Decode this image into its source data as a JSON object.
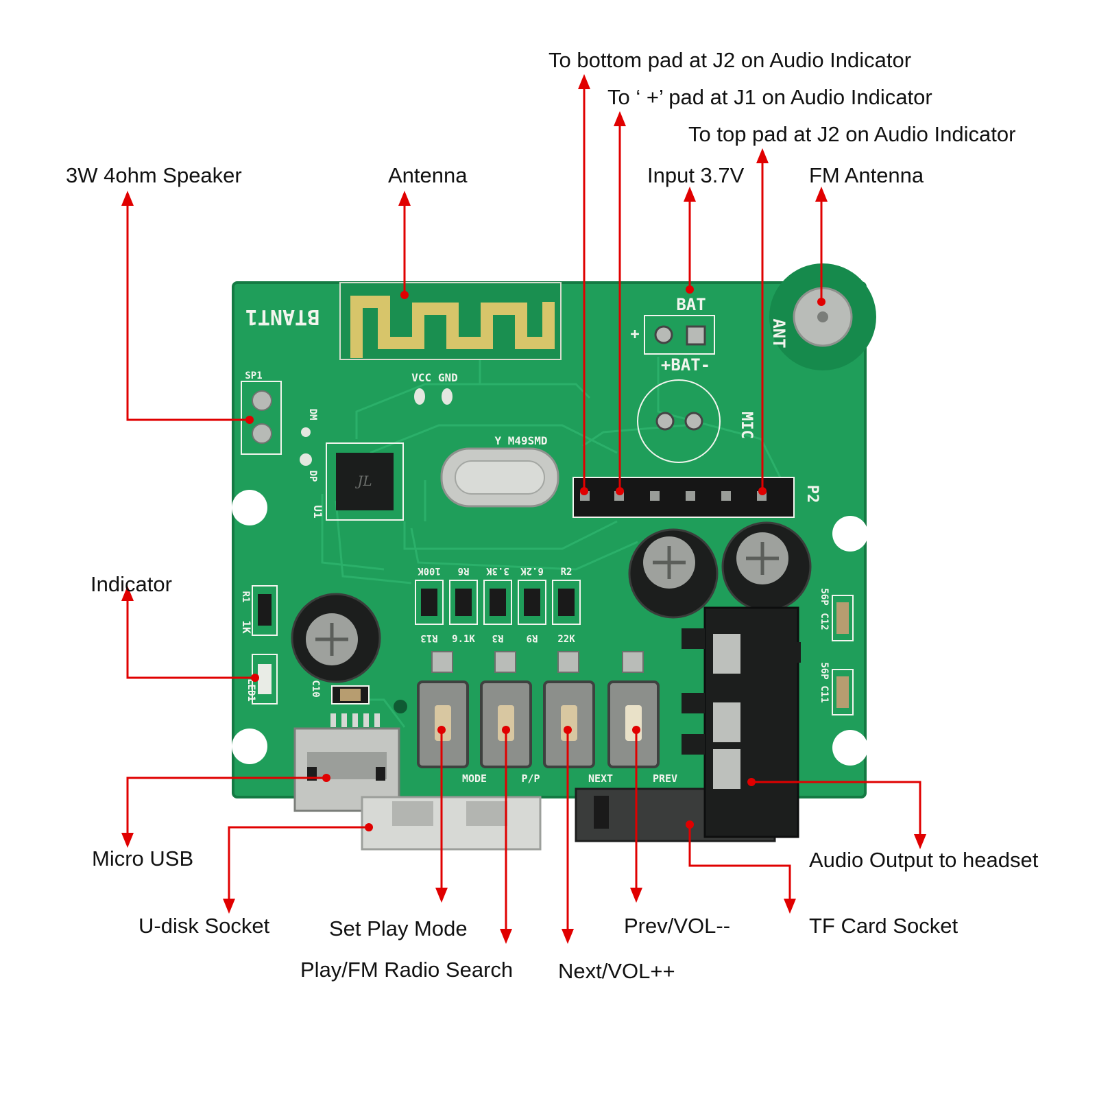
{
  "colors": {
    "accent": "#e00000",
    "board": "#1f9e5a",
    "board_dark": "#147a43",
    "trace": "#2bb06a",
    "label_text": "#111111"
  },
  "labels": {
    "to_bottom_pad_j2": "To bottom pad at J2 on Audio Indicator",
    "to_plus_pad_j1": "To ‘ +’ pad at J1 on Audio Indicator",
    "to_top_pad_j2": "To top pad at J2 on Audio Indicator",
    "speaker": "3W 4ohm Speaker",
    "antenna": "Antenna",
    "input_voltage": "Input 3.7V",
    "fm_antenna": "FM Antenna",
    "indicator": "Indicator",
    "micro_usb": "Micro USB",
    "audio_output": "Audio Output to headset",
    "u_disk_socket": "U-disk Socket",
    "set_play_mode": "Set Play Mode",
    "play_fm_search": "Play/FM Radio Search",
    "prev_vol": "Prev/VOL--",
    "next_vol": "Next/VOL++",
    "tf_card_socket": "TF Card Socket"
  },
  "silkscreen": {
    "btant1": "BTANT1",
    "bat": "BAT",
    "bat_pm": "+BAT-",
    "plus": "+",
    "ant": "ANT",
    "mic": "MIC",
    "vcc_gnd": "VCC GND",
    "sp1": "SP1",
    "crystal": "Y M49SMD",
    "u1": "U1",
    "dm": "DM",
    "dp": "DP",
    "p2": "P2",
    "res_values": [
      "100K",
      "9.1K",
      "3.3K",
      "6.2K",
      "22K"
    ],
    "res_names": [
      "R13",
      "R6",
      "R3",
      "R9",
      "R2"
    ],
    "r1": "R1",
    "one_k": "1K",
    "led1": "LED1",
    "c10": "C10",
    "c12": "C12",
    "c11": "C11",
    "cap_56p": "56P",
    "mode": "MODE",
    "pp": "P/P",
    "next": "NEXT",
    "prev": "PREV"
  }
}
